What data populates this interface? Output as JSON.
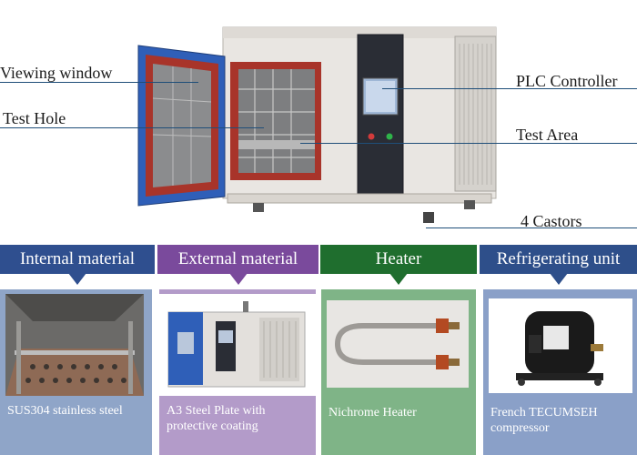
{
  "callouts": {
    "viewing_window": "Viewing window",
    "test_hole": "Test Hole",
    "plc_controller": "PLC Controller",
    "test_area": "Test Area",
    "castors": "4 Castors"
  },
  "panels": [
    {
      "title": "Internal material",
      "caption": "SUS304 stainless steel",
      "color": "#2f4f8f",
      "panel_color": "#8fa5c8"
    },
    {
      "title": "External material",
      "caption": "A3 Steel Plate with protective coating",
      "color": "#7a4a9c",
      "panel_color": "#b39bc9"
    },
    {
      "title": "Heater",
      "caption": "Nichrome Heater",
      "color": "#1f6e2e",
      "panel_color": "#7fb487"
    },
    {
      "title": "Refrigerating unit",
      "caption": "French TECUMSEH compressor",
      "color": "#2e4f8a",
      "panel_color": "#8aa0c8"
    }
  ],
  "colors": {
    "line": "#1f4e79",
    "door_blue": "#2f5fb8",
    "chamber_red": "#b83a2a"
  }
}
